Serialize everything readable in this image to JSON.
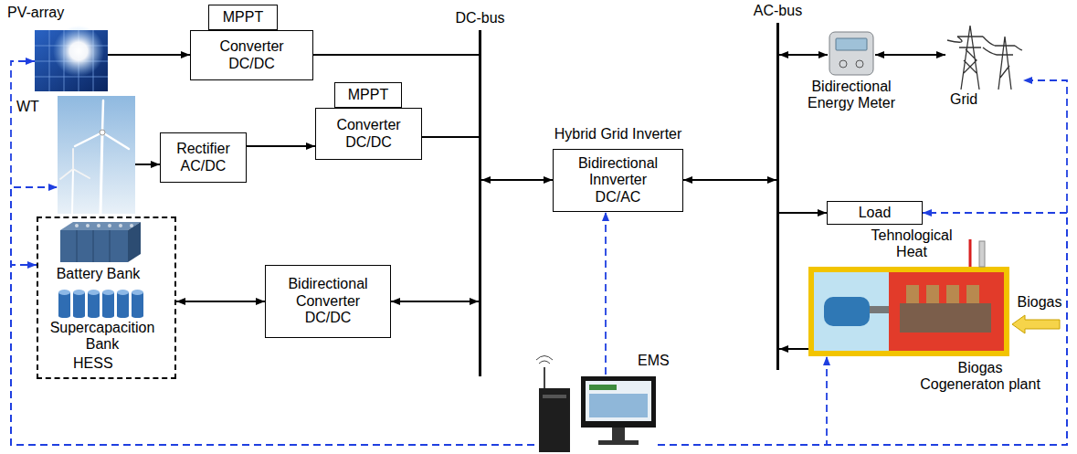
{
  "diagram": {
    "nodes": [
      {
        "text": [
          "PV-array"
        ]
      },
      {
        "text": [
          "MPPT"
        ]
      },
      {
        "text": [
          "Converter DC/DC"
        ]
      },
      {
        "text": [
          "DC-bus"
        ]
      },
      {
        "text": [
          "AC-bus"
        ]
      },
      {
        "text": [
          "Bidirectional Energy Meter"
        ]
      },
      {
        "text": [
          "Grid"
        ]
      },
      {
        "text": [
          "WT"
        ]
      },
      {
        "text": [
          "Rectifier AC/DC"
        ]
      },
      {
        "text": [
          "MPPT"
        ]
      },
      {
        "text": [
          "Converter DC/DC"
        ]
      },
      {
        "text": [
          "Hybrid Grid Inverter",
          "Bidirectional Innverter DC/AC"
        ]
      },
      {
        "text": [
          "Load"
        ]
      },
      {
        "text": [
          "HESS"
        ]
      },
      {
        "text": [
          "Battery Bank"
        ],
        "in": 13
      },
      {
        "text": [
          "Supercapacition Bank"
        ],
        "in": 13
      },
      {
        "text": [
          "Bidirectional Converter DC/DC"
        ]
      },
      {
        "text": [
          "Biogas Cogeneraton plant"
        ]
      },
      {
        "text": [
          "EMS"
        ]
      }
    ],
    "edges": [
      {
        "from": 0,
        "to": 2,
        "arrow": "to"
      },
      {
        "from": 2,
        "to": 3,
        "arrow": "none"
      },
      {
        "from": 7,
        "to": 8,
        "arrow": "to"
      },
      {
        "from": 8,
        "to": 10,
        "arrow": "to"
      },
      {
        "from": 10,
        "to": 3,
        "arrow": "none"
      },
      {
        "from": 13,
        "to": 16,
        "arrow": "both"
      },
      {
        "from": 16,
        "to": 3,
        "arrow": "both"
      },
      {
        "from": 3,
        "to": 11,
        "arrow": "both"
      },
      {
        "from": 11,
        "to": 4,
        "arrow": "both"
      },
      {
        "from": 4,
        "to": 5,
        "arrow": "both"
      },
      {
        "from": 5,
        "to": 6,
        "arrow": "both"
      },
      {
        "from": 4,
        "to": 12,
        "arrow": "to"
      },
      {
        "from": 17,
        "to": 4,
        "arrow": "to"
      },
      {
        "from": 18,
        "to": 11,
        "arrow": "to"
      },
      {
        "from": 18,
        "to": 0,
        "arrow": "to"
      },
      {
        "from": 18,
        "to": 7,
        "arrow": "to"
      },
      {
        "from": 18,
        "to": 13,
        "arrow": "to"
      },
      {
        "from": 18,
        "to": 6,
        "arrow": "to"
      },
      {
        "from": 18,
        "to": 12,
        "arrow": "to"
      },
      {
        "from": 18,
        "to": 17,
        "arrow": "to"
      }
    ],
    "labels": [
      "Tehnological Heat",
      "Biogas"
    ]
  }
}
